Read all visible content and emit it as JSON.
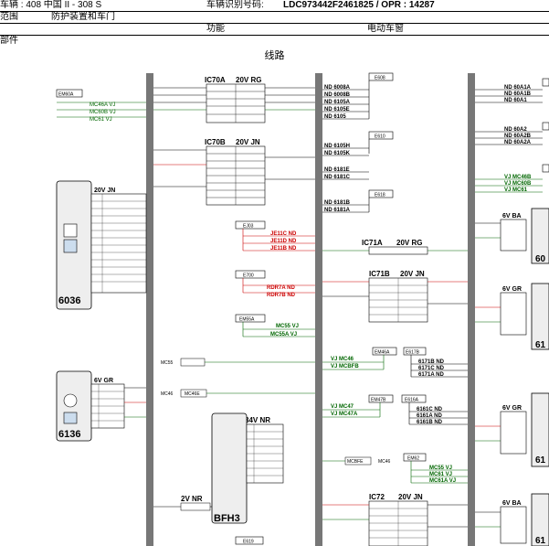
{
  "header": {
    "vehicle_label": "车辆 : 408 中国 II - 308 S",
    "vin_label": "车辆识别号码:",
    "vin_value": "LDC973442F2461825 / OPR : 14287",
    "range_label": "范围",
    "range_value": "防护装置和车门",
    "function_label": "功能",
    "function_value": "电动车窗",
    "part_label": "部件"
  },
  "section_title": "线路",
  "components": {
    "c6036": "6036",
    "c6136": "6136",
    "bfh3": "BFH3",
    "c6036_conn": "20V JN",
    "c6136_conn": "6V GR",
    "bfh3_conn": "34V NR",
    "c2vnr": "2V NR"
  },
  "labels": {
    "em60a": "EM60A",
    "mc46a_vj": "MC46A VJ",
    "mc60b_vj": "MC60B VJ",
    "mc61_vj": "MC61 VJ",
    "ic70a": "IC70A",
    "ic70a_conn": "20V RG",
    "ic70b": "IC70B",
    "ic70b_conn": "20V JN",
    "ic71a": "IC71A",
    "ic71a_conn": "20V RG",
    "ic71b": "IC71B",
    "ic71b_conn": "20V JN",
    "ic72": "IC72",
    "ic72_conn": "20V JN",
    "ej03": "EJ03",
    "je11c_nd": "JE11C ND",
    "je11d_nd": "JE11D ND",
    "je11b_nd": "JE11B ND",
    "e700": "E700",
    "rdr7a_nd": "RDR7A ND",
    "rdr7b_nd": "RDR7B ND",
    "em55a": "EM55A",
    "mc55_vj": "MC55 VJ",
    "mc55a_vj": "MC55A VJ",
    "mc55": "MC55",
    "mc46": "MC46",
    "mc46e": "MC46E",
    "mcbfe": "MCBFE",
    "em46a": "EM46A",
    "e617b": "E617B",
    "em47b": "EM47B",
    "e616a": "E616A",
    "em62": "EM62",
    "e608": "E608",
    "e610": "E610",
    "e618": "E618",
    "e619": "E619",
    "vj_mc46": "VJ MC46",
    "vj_mcbfb": "VJ MCBFB",
    "vj_mc47": "VJ MC47",
    "vj_mc47a": "VJ MC47A",
    "mc55_vj2": "MC55 VJ",
    "mc61_vj2": "MC61 VJ",
    "mc61a_vj": "MC61A VJ",
    "r_6v_ba": "6V BA",
    "r_6v_gr": "6V GR",
    "r_6v_gr2": "6V GR",
    "r_6v_ba2": "6V BA",
    "r_60": "60",
    "r_61": "61",
    "r_61b": "61",
    "r_61c": "61"
  },
  "lists": {
    "bus_e608": [
      "ND 6008A",
      "ND 6008B",
      "ND 6105A",
      "ND 6105E",
      "ND 6105"
    ],
    "bus_e610": [
      "ND 6105H",
      "ND 6105K"
    ],
    "bus_6181": [
      "ND 6181E",
      "ND 6181C"
    ],
    "bus_e618": [
      "ND 6181B",
      "ND 6181A"
    ],
    "bus_e617b": [
      "6171B ND",
      "6171C ND",
      "6171A ND"
    ],
    "bus_e616a": [
      "6161C ND",
      "6161A ND",
      "6161B ND"
    ],
    "bus_em62": [
      "MC55 VJ",
      "MC61 VJ",
      "MC61A VJ"
    ],
    "right_top": [
      "ND 60A1A",
      "ND 60A1B",
      "ND 60A1"
    ],
    "right_mid": [
      "ND 60A2",
      "ND 60A2B",
      "ND 60A2A"
    ],
    "right_vj": [
      "VJ MC46B",
      "VJ MC60B",
      "VJ MC61"
    ]
  }
}
